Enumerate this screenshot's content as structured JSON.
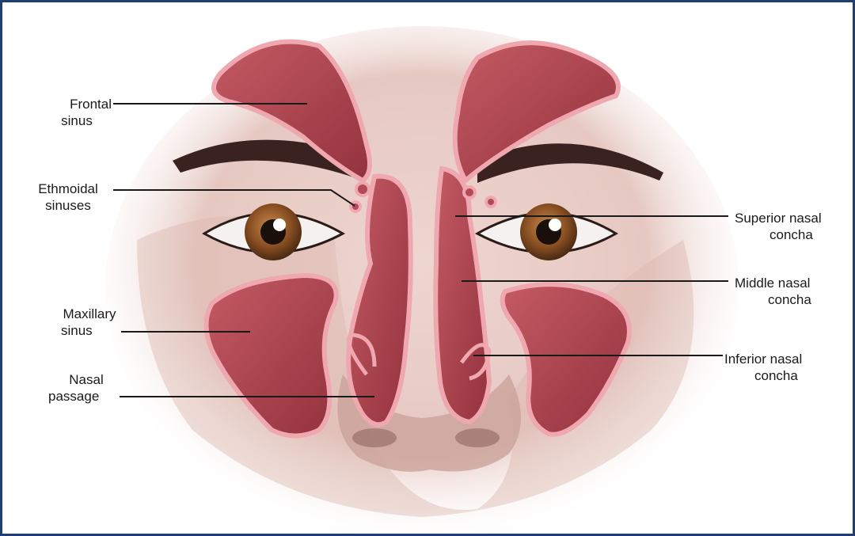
{
  "diagram": {
    "labels": {
      "frontal_sinus": [
        "Frontal",
        "sinus"
      ],
      "ethmoidal_sinuses": [
        "Ethmoidal",
        "sinuses"
      ],
      "maxillary_sinus": [
        "Maxillary",
        "sinus"
      ],
      "nasal_passage": [
        "Nasal",
        "passage"
      ],
      "superior_nasal_concha": [
        "Superior nasal",
        "concha"
      ],
      "middle_nasal_concha": [
        "Middle nasal",
        "concha"
      ],
      "inferior_nasal_concha": [
        "Inferior nasal",
        "concha"
      ]
    },
    "colors": {
      "frame": "#1f3f73",
      "sinus_fill": "#a9444f",
      "sinus_outline": "#f0a8b0",
      "skin": "#e8cfc9",
      "iris": "#8a4f22",
      "brow": "#3a2220",
      "leader_line": "#1a1a1a"
    }
  }
}
